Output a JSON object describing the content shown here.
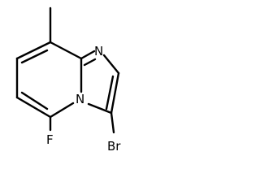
{
  "molecule": {
    "atoms": {
      "n_imidazole": "N",
      "n_bridge": "N",
      "fluorine": "F",
      "bromine": "Br"
    }
  },
  "colors": {
    "line": "#000000",
    "background": "#ffffff"
  }
}
